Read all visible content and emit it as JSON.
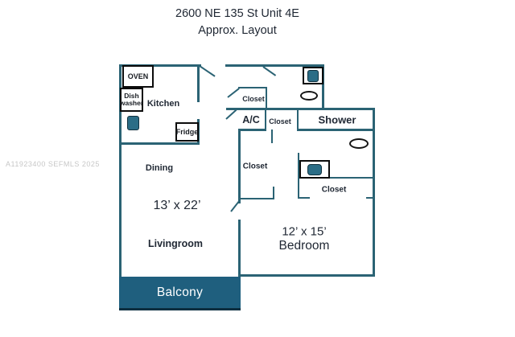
{
  "title": {
    "line1": "2600 NE 135 St Unit 4E",
    "line2": "Approx. Layout"
  },
  "watermark": "A11923400 SEFMLS 2025",
  "colors": {
    "wall": "#2b6374",
    "balcony_fill": "#1f5f7e",
    "balcony_edge": "#0d2f40",
    "fixture_fill": "#2b6d86",
    "text": "#1f2733",
    "watermark": "#c7c7c7"
  },
  "rooms": {
    "kitchen": "Kitchen",
    "dining": "Dining",
    "living_dims": "13’ x 22’",
    "livingroom": "Livingroom",
    "balcony": "Balcony",
    "bedroom_dims": "12’ x 15’",
    "bedroom": "Bedroom",
    "ac": "A/C",
    "shower": "Shower",
    "closet_top": "Closet",
    "closet_mid": "Closet",
    "closet_hall": "Closet",
    "closet_bedroom": "Closet"
  },
  "fixtures": {
    "oven": "OVEN",
    "dishwasher": "Dish washer",
    "fridge": "Fridge"
  }
}
